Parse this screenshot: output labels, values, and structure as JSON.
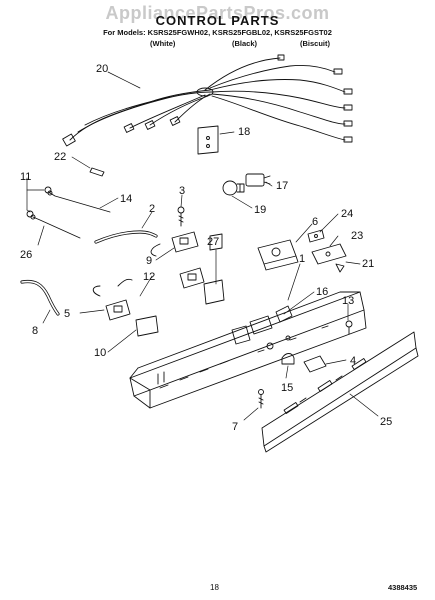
{
  "header": {
    "watermark": "AppliancePartsPros.com",
    "title": "CONTROL PARTS",
    "models_line": "For Models: KSRS25FGWH02, KSRS25FGBL02, KSRS25FGST02",
    "variants": [
      "(White)",
      "(Black)",
      "(Biscuit)"
    ]
  },
  "callouts": [
    {
      "id": "c20",
      "text": "20"
    },
    {
      "id": "c18",
      "text": "18"
    },
    {
      "id": "c22",
      "text": "22"
    },
    {
      "id": "c11",
      "text": "11"
    },
    {
      "id": "c14",
      "text": "14"
    },
    {
      "id": "c3",
      "text": "3"
    },
    {
      "id": "c17",
      "text": "17"
    },
    {
      "id": "c19",
      "text": "19"
    },
    {
      "id": "c2",
      "text": "2"
    },
    {
      "id": "c26",
      "text": "26"
    },
    {
      "id": "c9",
      "text": "9"
    },
    {
      "id": "c27",
      "text": "27"
    },
    {
      "id": "c6",
      "text": "6"
    },
    {
      "id": "c24",
      "text": "24"
    },
    {
      "id": "c23",
      "text": "23"
    },
    {
      "id": "c21",
      "text": "21"
    },
    {
      "id": "c1",
      "text": "1"
    },
    {
      "id": "c12",
      "text": "12"
    },
    {
      "id": "c16",
      "text": "16"
    },
    {
      "id": "c13",
      "text": "13"
    },
    {
      "id": "c5",
      "text": "5"
    },
    {
      "id": "c8",
      "text": "8"
    },
    {
      "id": "c10",
      "text": "10"
    },
    {
      "id": "c4",
      "text": "4"
    },
    {
      "id": "c15",
      "text": "15"
    },
    {
      "id": "c7",
      "text": "7"
    },
    {
      "id": "c25",
      "text": "25"
    }
  ],
  "footer": {
    "page_number": "18",
    "doc_number": "4388435"
  }
}
